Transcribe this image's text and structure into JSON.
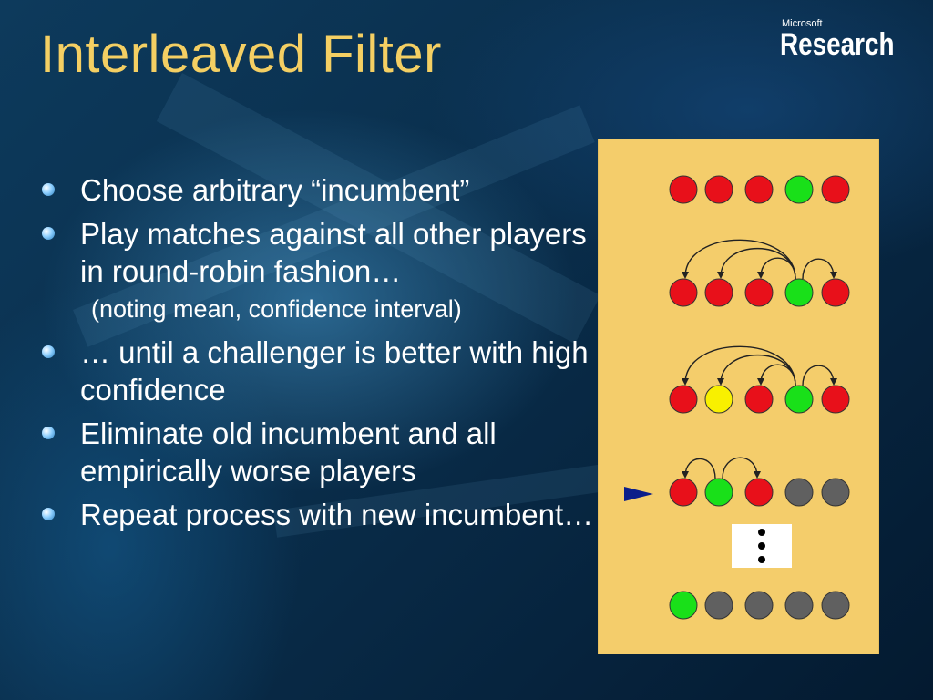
{
  "slide": {
    "title": "Interleaved Filter",
    "logo": {
      "line1": "Microsoft",
      "line2": "Research"
    },
    "bullets": [
      {
        "text": "Choose arbitrary “incumbent”",
        "level": 1
      },
      {
        "text": "Play matches against all other players in round-robin fashion…",
        "level": 1
      },
      {
        "text": "(noting mean, confidence interval)",
        "level": 2
      },
      {
        "text": "… until a challenger is better with high confidence",
        "level": 1
      },
      {
        "text": "Eliminate old incumbent and all empirically worse players",
        "level": 1
      },
      {
        "text": "Repeat process with new incumbent…",
        "level": 1
      }
    ]
  },
  "diagram": {
    "colors": {
      "red": "#e8101a",
      "green": "#19e019",
      "yellow": "#f8f000",
      "gray": "#606060",
      "panel": "#f4cd6b"
    },
    "rows": [
      {
        "players": [
          "red",
          "red",
          "red",
          "green",
          "red"
        ],
        "arcs": []
      },
      {
        "players": [
          "red",
          "red",
          "red",
          "green",
          "red"
        ],
        "arcs": [
          [
            3,
            0
          ],
          [
            3,
            1
          ],
          [
            3,
            2
          ],
          [
            3,
            4
          ]
        ]
      },
      {
        "players": [
          "red",
          "yellow",
          "red",
          "green",
          "red"
        ],
        "arcs": [
          [
            3,
            0
          ],
          [
            3,
            1
          ],
          [
            3,
            2
          ],
          [
            3,
            4
          ]
        ]
      },
      {
        "players": [
          "red",
          "green",
          "red",
          "gray",
          "gray"
        ],
        "arcs": [
          [
            1,
            0
          ],
          [
            1,
            2
          ]
        ],
        "current": true
      },
      {
        "players": [
          "green",
          "gray",
          "gray",
          "gray",
          "gray"
        ],
        "arcs": []
      }
    ],
    "pointer_symbol": "►",
    "ellipsis_symbol": "⋮"
  }
}
